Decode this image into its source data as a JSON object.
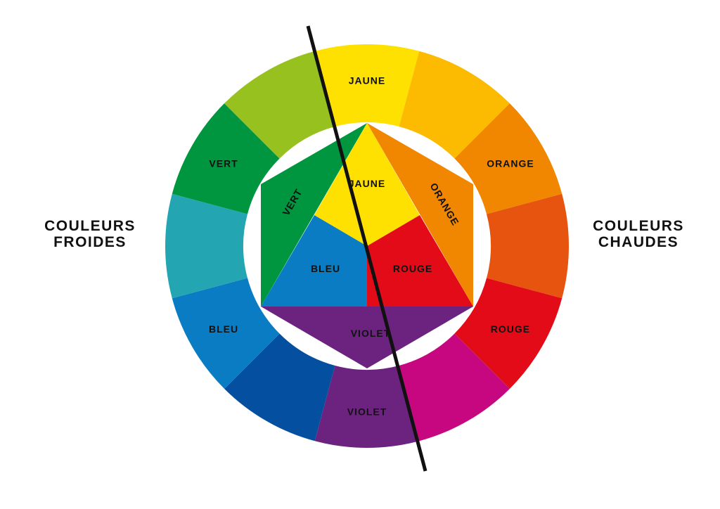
{
  "side_labels": {
    "cold": {
      "line1": "COULEURS",
      "line2": "FROIDES"
    },
    "warm": {
      "line1": "COULEURS",
      "line2": "CHAUDES"
    }
  },
  "ring": {
    "segments": [
      {
        "name": "jaune",
        "label": "JAUNE",
        "color": "#FEE100"
      },
      {
        "name": "jaune-orange",
        "label": "",
        "color": "#FCBA00"
      },
      {
        "name": "orange",
        "label": "ORANGE",
        "color": "#F18700"
      },
      {
        "name": "rouge-orange",
        "label": "",
        "color": "#E75410"
      },
      {
        "name": "rouge",
        "label": "ROUGE",
        "color": "#E30B17"
      },
      {
        "name": "rouge-violet",
        "label": "",
        "color": "#C7077F"
      },
      {
        "name": "violet",
        "label": "VIOLET",
        "color": "#6C227F"
      },
      {
        "name": "bleu-violet",
        "label": "",
        "color": "#044F9F"
      },
      {
        "name": "bleu",
        "label": "BLEU",
        "color": "#0A7CC3"
      },
      {
        "name": "bleu-vert",
        "label": "",
        "color": "#23A6B2"
      },
      {
        "name": "vert",
        "label": "VERT",
        "color": "#00963F"
      },
      {
        "name": "jaune-vert",
        "label": "",
        "color": "#96C11F"
      }
    ]
  },
  "inner": {
    "primaries": {
      "jaune": {
        "label": "JAUNE",
        "color": "#FEE100"
      },
      "bleu": {
        "label": "BLEU",
        "color": "#0A7CC3"
      },
      "rouge": {
        "label": "ROUGE",
        "color": "#E30B17"
      }
    },
    "secondaries": {
      "vert": {
        "label": "VERT",
        "color": "#00963F"
      },
      "orange": {
        "label": "ORANGE",
        "color": "#F18700"
      },
      "violet": {
        "label": "VIOLET",
        "color": "#6C227F"
      }
    }
  },
  "divider": {
    "color": "#111111"
  }
}
